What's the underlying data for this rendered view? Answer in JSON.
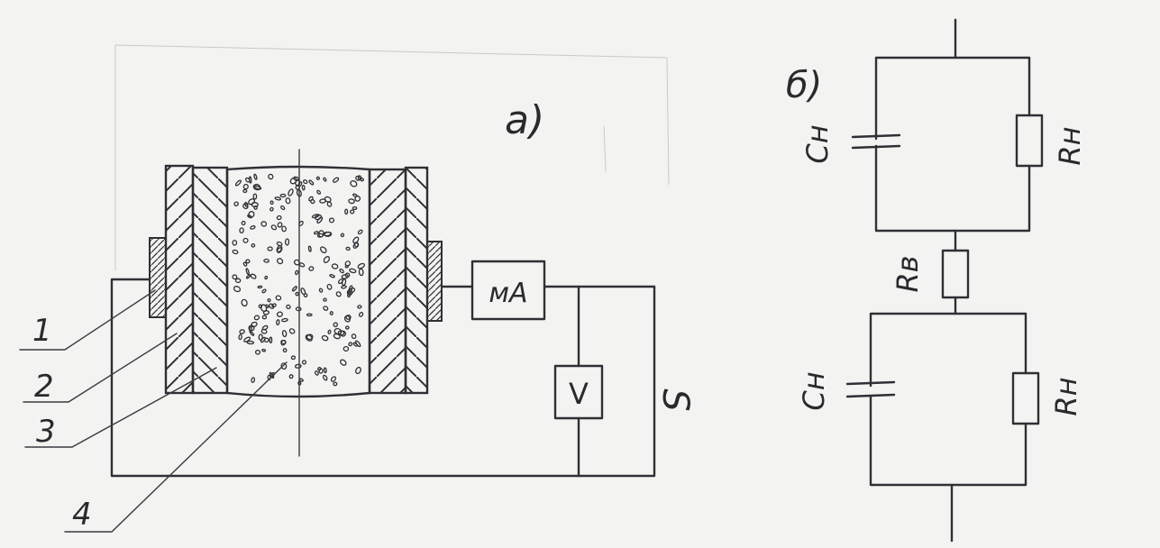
{
  "diagram": {
    "panel_a": {
      "label": "а)",
      "callouts": [
        "1",
        "2",
        "3",
        "4"
      ],
      "meter_ma": "мА",
      "meter_v": "V",
      "switch_label": "S"
    },
    "panel_b": {
      "label": "б)",
      "top_capacitor": "Cн",
      "top_resistor": "Rн",
      "middle_resistor": "Rв",
      "bottom_capacitor": "Cн",
      "bottom_resistor": "Rн"
    }
  },
  "colors": {
    "ink": "#2f2f35",
    "paper": "#f3f3f1"
  }
}
